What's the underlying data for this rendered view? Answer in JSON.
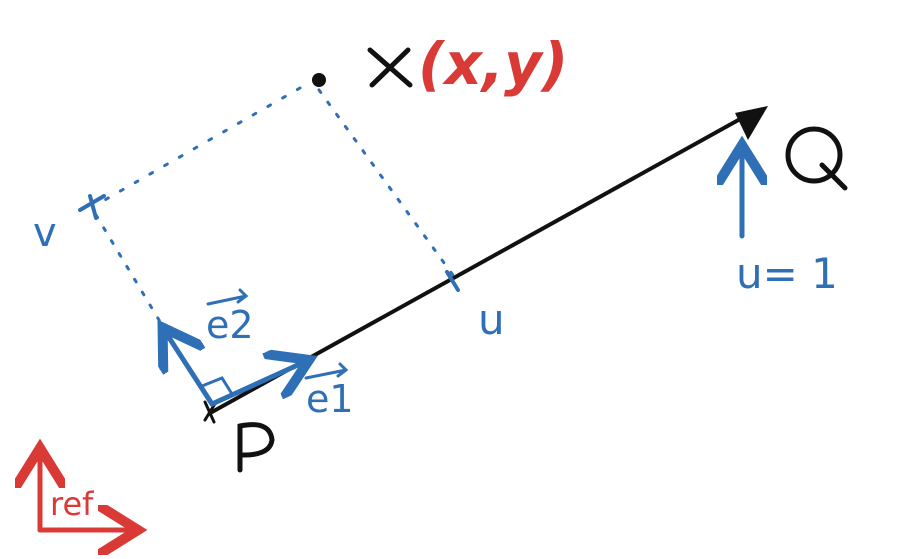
{
  "labels": {
    "point_x": "X",
    "point_x_coords": "(x,y)",
    "point_q": "Q",
    "point_p": "P",
    "u_axis": "u",
    "v_axis": "v",
    "u_equals_one": "u= 1",
    "e1": "e1",
    "e2": "e2",
    "ref": "ref"
  },
  "colors": {
    "ink": "#111111",
    "blue": "#2f6fb6",
    "red": "#d93a36"
  }
}
